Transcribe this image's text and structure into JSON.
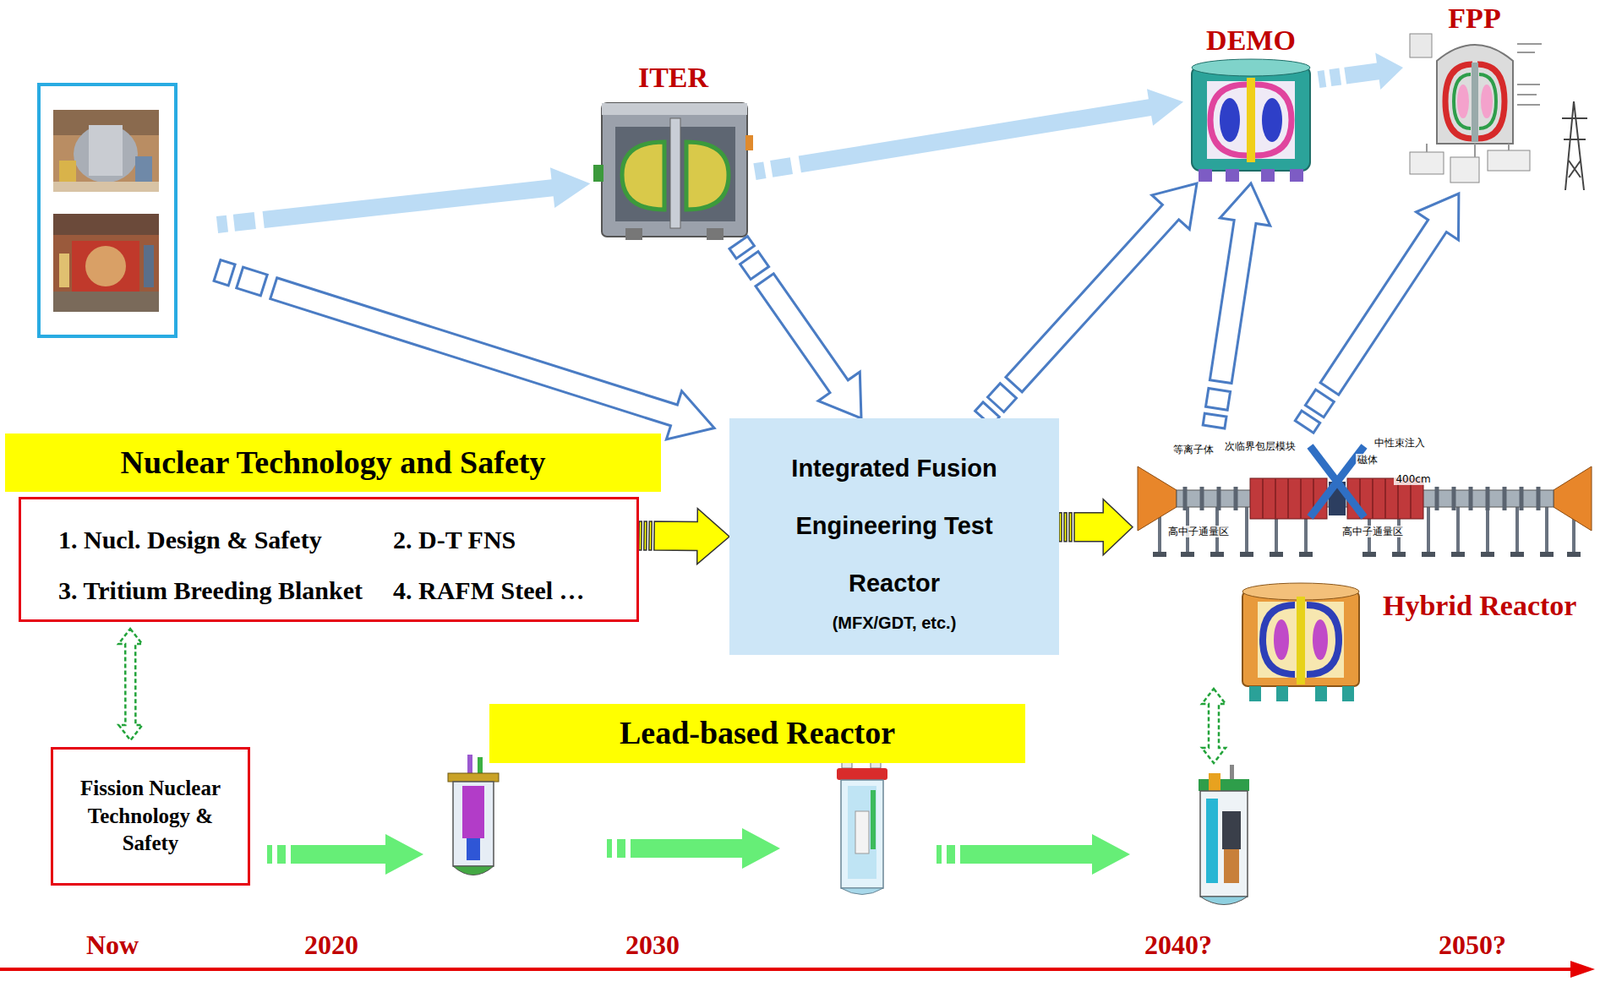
{
  "diagram": {
    "nodes": [
      {
        "text": [
          "ITER"
        ]
      },
      {
        "text": [
          "DEMO"
        ]
      },
      {
        "text": [
          "FPP"
        ]
      },
      {
        "text": [
          "Nuclear Technology and Safety"
        ]
      },
      {
        "text": [
          "1. Nucl. Design & Safety",
          "2. D-T FNS",
          "3. Tritium Breeding Blanket",
          "4. RAFM Steel …"
        ]
      },
      {
        "text": [
          "Integrated Fusion Engineering Test Reactor",
          "(MFX/GDT, etc.)"
        ]
      },
      {
        "text": [
          "Hybrid Reactor"
        ]
      },
      {
        "text": [
          "Lead-based Reactor"
        ]
      },
      {
        "text": [
          "Fission Nuclear Technology & Safety"
        ]
      }
    ],
    "edges": [
      {
        "from": 0,
        "to": 1,
        "arrow": "to"
      },
      {
        "from": 0,
        "to": 5,
        "arrow": "to"
      },
      {
        "from": 1,
        "to": 2,
        "arrow": "to"
      },
      {
        "from": 4,
        "to": 5,
        "arrow": "to"
      },
      {
        "from": 5,
        "to": 1,
        "arrow": "to"
      },
      {
        "from": 5,
        "to": 6,
        "arrow": "to"
      },
      {
        "from": 6,
        "to": 1,
        "arrow": "to"
      },
      {
        "from": 6,
        "to": 2,
        "arrow": "to"
      },
      {
        "from": 4,
        "to": 8,
        "arrow": "both"
      }
    ],
    "labels": [
      "等离子体",
      "次临界包层模块",
      "中性束注入",
      "磁体",
      "400cm",
      "高中子通量区",
      "高中子通量区",
      "Now",
      "2020",
      "2030",
      "2040?",
      "2050?"
    ]
  }
}
